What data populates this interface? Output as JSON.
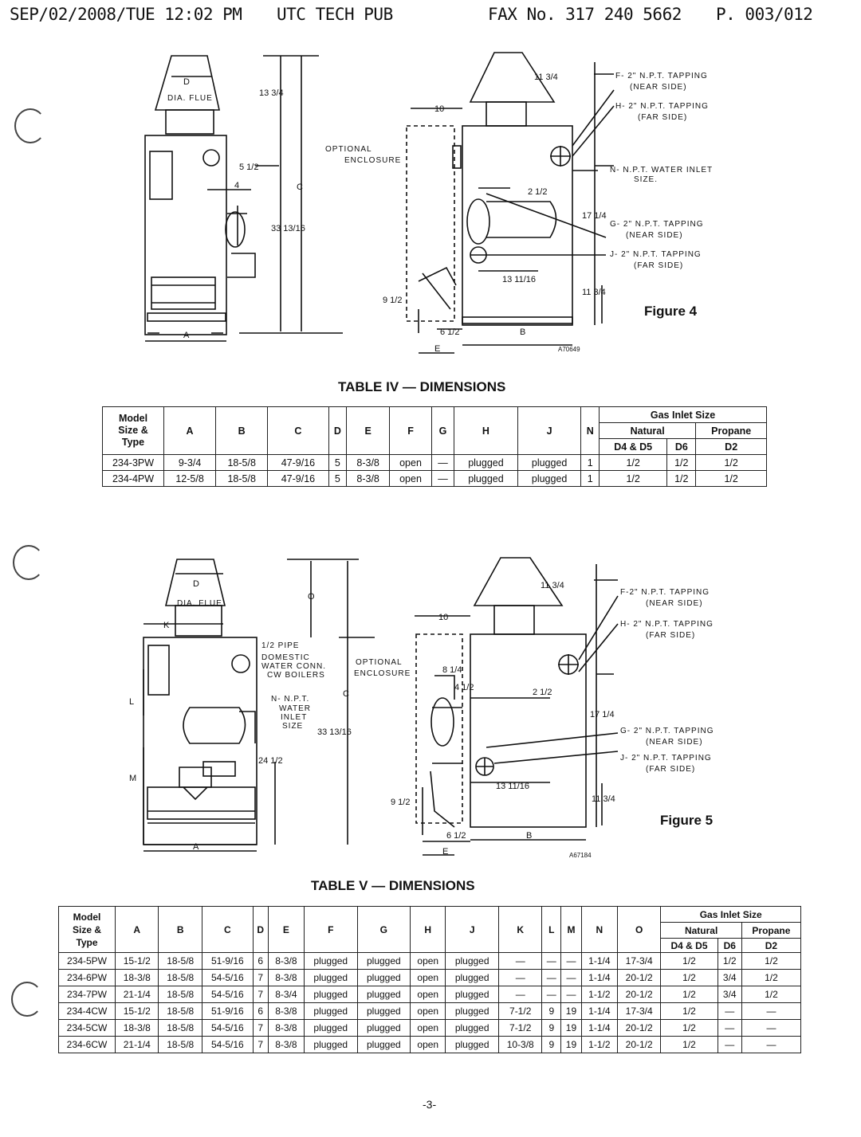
{
  "fax_header": {
    "date": "SEP/02/2008/TUE 12:02 PM",
    "sender": "UTC TECH PUB",
    "fax": "FAX No. 317 240 5662",
    "page": "P. 003/012"
  },
  "figure4": {
    "label": "Figure 4",
    "code": "A70649",
    "left_labels": [
      "D",
      "DIA. FLUE",
      "13 3/4",
      "5 1/2",
      "4",
      "C",
      "33 13/16",
      "A"
    ],
    "right_labels": [
      "11 3/4",
      "10",
      "OPTIONAL",
      "ENCLOSURE",
      "2 1/2",
      "17 1/4",
      "9 1/2",
      "13 11/16",
      "11 3/4",
      "6 1/2",
      "B",
      "E"
    ],
    "callouts": [
      {
        "code": "F- 2\" N.P.T. TAPPING",
        "sub": "(NEAR SIDE)"
      },
      {
        "code": "H- 2\" N.P.T. TAPPING",
        "sub": "(FAR SIDE)"
      },
      {
        "code": "N- N.P.T. WATER INLET",
        "sub": "SIZE."
      },
      {
        "code": "G- 2\" N.P.T. TAPPING",
        "sub": "(NEAR SIDE)"
      },
      {
        "code": "J- 2\" N.P.T. TAPPING",
        "sub": "(FAR SIDE)"
      }
    ]
  },
  "table4": {
    "title": "TABLE IV — DIMENSIONS",
    "model_header": [
      "Model",
      "Size &",
      "Type"
    ],
    "columns": [
      "A",
      "B",
      "C",
      "D",
      "E",
      "F",
      "G",
      "H",
      "J",
      "N"
    ],
    "gas_header": "Gas Inlet Size",
    "natural": "Natural",
    "propane": "Propane",
    "sub_cols": [
      "D4 & D5",
      "D6",
      "D2"
    ],
    "rows": [
      [
        "234-3PW",
        "9-3/4",
        "18-5/8",
        "47-9/16",
        "5",
        "8-3/8",
        "open",
        "—",
        "plugged",
        "plugged",
        "1",
        "1/2",
        "1/2",
        "1/2"
      ],
      [
        "234-4PW",
        "12-5/8",
        "18-5/8",
        "47-9/16",
        "5",
        "8-3/8",
        "open",
        "—",
        "plugged",
        "plugged",
        "1",
        "1/2",
        "1/2",
        "1/2"
      ]
    ]
  },
  "figure5": {
    "label": "Figure 5",
    "code": "A67184",
    "left_labels": [
      "D",
      "DIA. FLUE",
      "K",
      "O",
      "1/2 PIPE",
      "DOMESTIC",
      "WATER CONN.",
      "CW BOILERS",
      "L",
      "N- N.P.T.",
      "WATER",
      "INLET",
      "SIZE",
      "C",
      "33 13/16",
      "24 1/2",
      "M",
      "A"
    ],
    "right_labels": [
      "11 3/4",
      "10",
      "OPTIONAL",
      "ENCLOSURE",
      "8 1/4",
      "4 1/2",
      "2 1/2",
      "17 1/4",
      "13 11/16",
      "9 1/2",
      "11 3/4",
      "6 1/2",
      "B",
      "E"
    ],
    "callouts": [
      {
        "code": "F-2\" N.P.T. TAPPING",
        "sub": "(NEAR SIDE)"
      },
      {
        "code": "H- 2\" N.P.T. TAPPING",
        "sub": "(FAR SIDE)"
      },
      {
        "code": "G- 2\" N.P.T. TAPPING",
        "sub": "(NEAR SIDE)"
      },
      {
        "code": "J- 2\" N.P.T. TAPPING",
        "sub": "(FAR SIDE)"
      }
    ]
  },
  "table5": {
    "title": "TABLE V — DIMENSIONS",
    "model_header": [
      "Model",
      "Size &",
      "Type"
    ],
    "columns": [
      "A",
      "B",
      "C",
      "D",
      "E",
      "F",
      "G",
      "H",
      "J",
      "K",
      "L",
      "M",
      "N",
      "O"
    ],
    "gas_header": "Gas Inlet Size",
    "natural": "Natural",
    "propane": "Propane",
    "sub_cols": [
      "D4 & D5",
      "D6",
      "D2"
    ],
    "rows": [
      [
        "234-5PW",
        "15-1/2",
        "18-5/8",
        "51-9/16",
        "6",
        "8-3/8",
        "plugged",
        "plugged",
        "open",
        "plugged",
        "—",
        "—",
        "—",
        "1-1/4",
        "17-3/4",
        "1/2",
        "1/2",
        "1/2"
      ],
      [
        "234-6PW",
        "18-3/8",
        "18-5/8",
        "54-5/16",
        "7",
        "8-3/8",
        "plugged",
        "plugged",
        "open",
        "plugged",
        "—",
        "—",
        "—",
        "1-1/4",
        "20-1/2",
        "1/2",
        "3/4",
        "1/2"
      ],
      [
        "234-7PW",
        "21-1/4",
        "18-5/8",
        "54-5/16",
        "7",
        "8-3/4",
        "plugged",
        "plugged",
        "open",
        "plugged",
        "—",
        "—",
        "—",
        "1-1/2",
        "20-1/2",
        "1/2",
        "3/4",
        "1/2"
      ],
      [
        "234-4CW",
        "15-1/2",
        "18-5/8",
        "51-9/16",
        "6",
        "8-3/8",
        "plugged",
        "plugged",
        "open",
        "plugged",
        "7-1/2",
        "9",
        "19",
        "1-1/4",
        "17-3/4",
        "1/2",
        "—",
        "—"
      ],
      [
        "234-5CW",
        "18-3/8",
        "18-5/8",
        "54-5/16",
        "7",
        "8-3/8",
        "plugged",
        "plugged",
        "open",
        "plugged",
        "7-1/2",
        "9",
        "19",
        "1-1/4",
        "20-1/2",
        "1/2",
        "—",
        "—"
      ],
      [
        "234-6CW",
        "21-1/4",
        "18-5/8",
        "54-5/16",
        "7",
        "8-3/8",
        "plugged",
        "plugged",
        "open",
        "plugged",
        "10-3/8",
        "9",
        "19",
        "1-1/2",
        "20-1/2",
        "1/2",
        "—",
        "—"
      ]
    ]
  },
  "page_number": "-3-"
}
